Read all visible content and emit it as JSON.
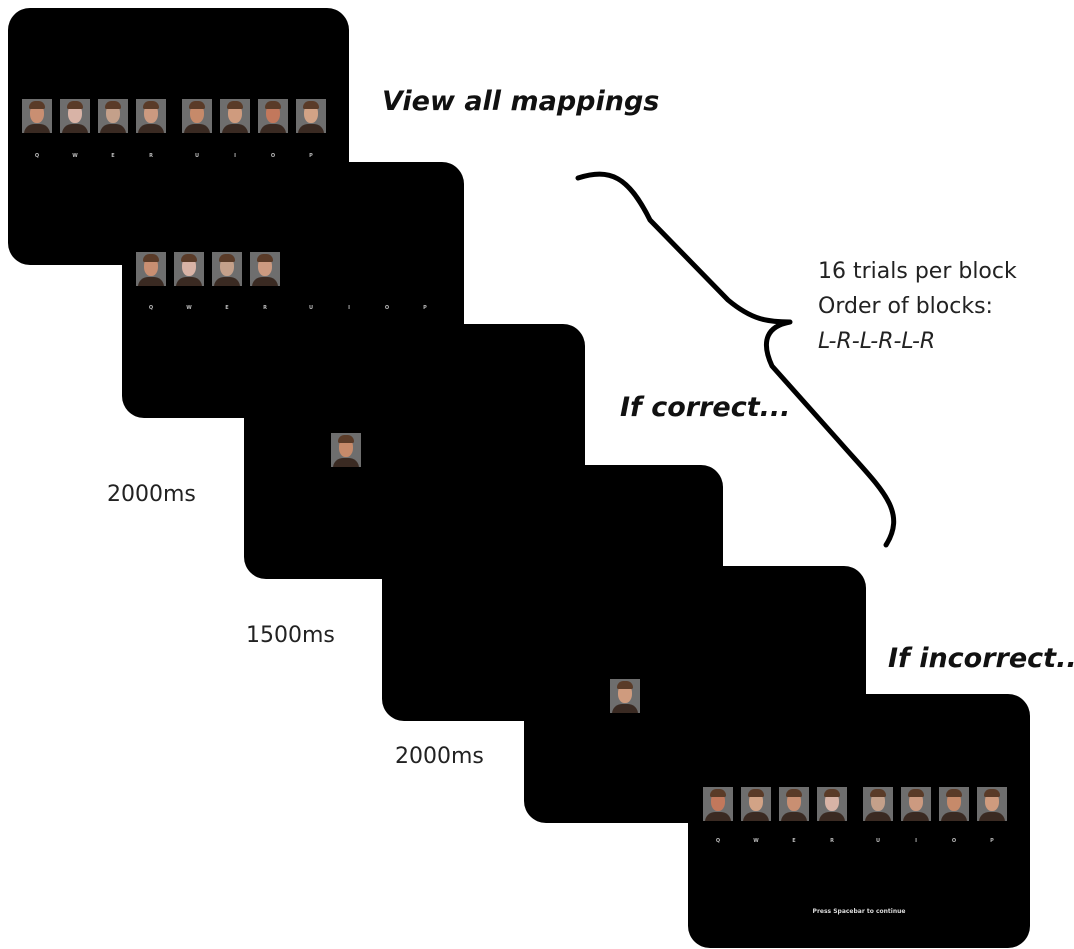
{
  "labels": {
    "view_all": "View all mappings",
    "if_correct": "If correct...",
    "if_incorrect": "If incorrect...",
    "timing_1": "2000ms",
    "timing_2": "1500ms",
    "timing_3": "2000ms",
    "trials_per_block": "16 trials per block",
    "order_label": "Order of blocks:",
    "order_value": "L-R-L-R-L-R",
    "press_spacebar": "Press Spacebar to continue"
  },
  "keys": [
    "Q",
    "W",
    "E",
    "R",
    "U",
    "I",
    "O",
    "P"
  ],
  "colors": {
    "screen": "#000000",
    "face_bg": "#6e6e6e",
    "skin": "#c9977a",
    "hair": "#5a3b28",
    "shirt": "#3a2a22"
  }
}
